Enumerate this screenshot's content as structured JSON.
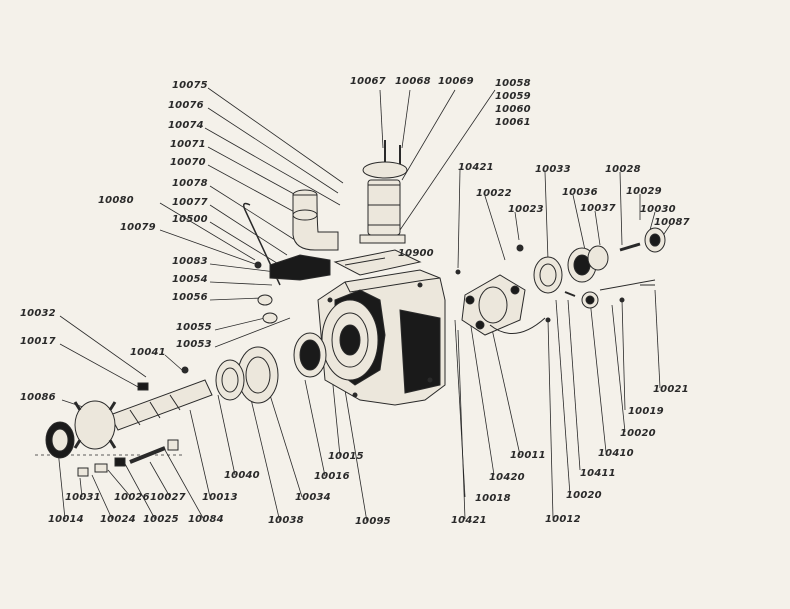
{
  "labels": {
    "l10075": "10075",
    "l10076": "10076",
    "l10074": "10074",
    "l10071": "10071",
    "l10070": "10070",
    "l10078": "10078",
    "l10077": "10077",
    "l10500": "10500",
    "l10080": "10080",
    "l10079": "10079",
    "l10083": "10083",
    "l10054": "10054",
    "l10056": "10056",
    "l10055": "10055",
    "l10053": "10053",
    "l10032": "10032",
    "l10017": "10017",
    "l10041": "10041",
    "l10086": "10086",
    "l10067": "10067",
    "l10068": "10068",
    "l10069": "10069",
    "l10058": "10058",
    "l10059": "10059",
    "l10060": "10060",
    "l10061": "10061",
    "l10900": "10900",
    "l10421a": "10421",
    "l10022": "10022",
    "l10023": "10023",
    "l10033": "10033",
    "l10036": "10036",
    "l10037": "10037",
    "l10028": "10028",
    "l10029": "10029",
    "l10030": "10030",
    "l10087": "10087",
    "l10021": "10021",
    "l10019": "10019",
    "l10020a": "10020",
    "l10410": "10410",
    "l10411": "10411",
    "l10020b": "10020",
    "l10011": "10011",
    "l10420": "10420",
    "l10018": "10018",
    "l10012": "10012",
    "l10421b": "10421",
    "l10015": "10015",
    "l10016": "10016",
    "l10095": "10095",
    "l10034": "10034",
    "l10038": "10038",
    "l10040": "10040",
    "l10013": "10013",
    "l10084": "10084",
    "l10027": "10027",
    "l10025": "10025",
    "l10026": "10026",
    "l10024": "10024",
    "l10031": "10031",
    "l10014": "10014"
  },
  "colors": {
    "paper": "#f4f1ea",
    "ink": "#2a2a2a",
    "shadow": "#1a1a1a"
  }
}
